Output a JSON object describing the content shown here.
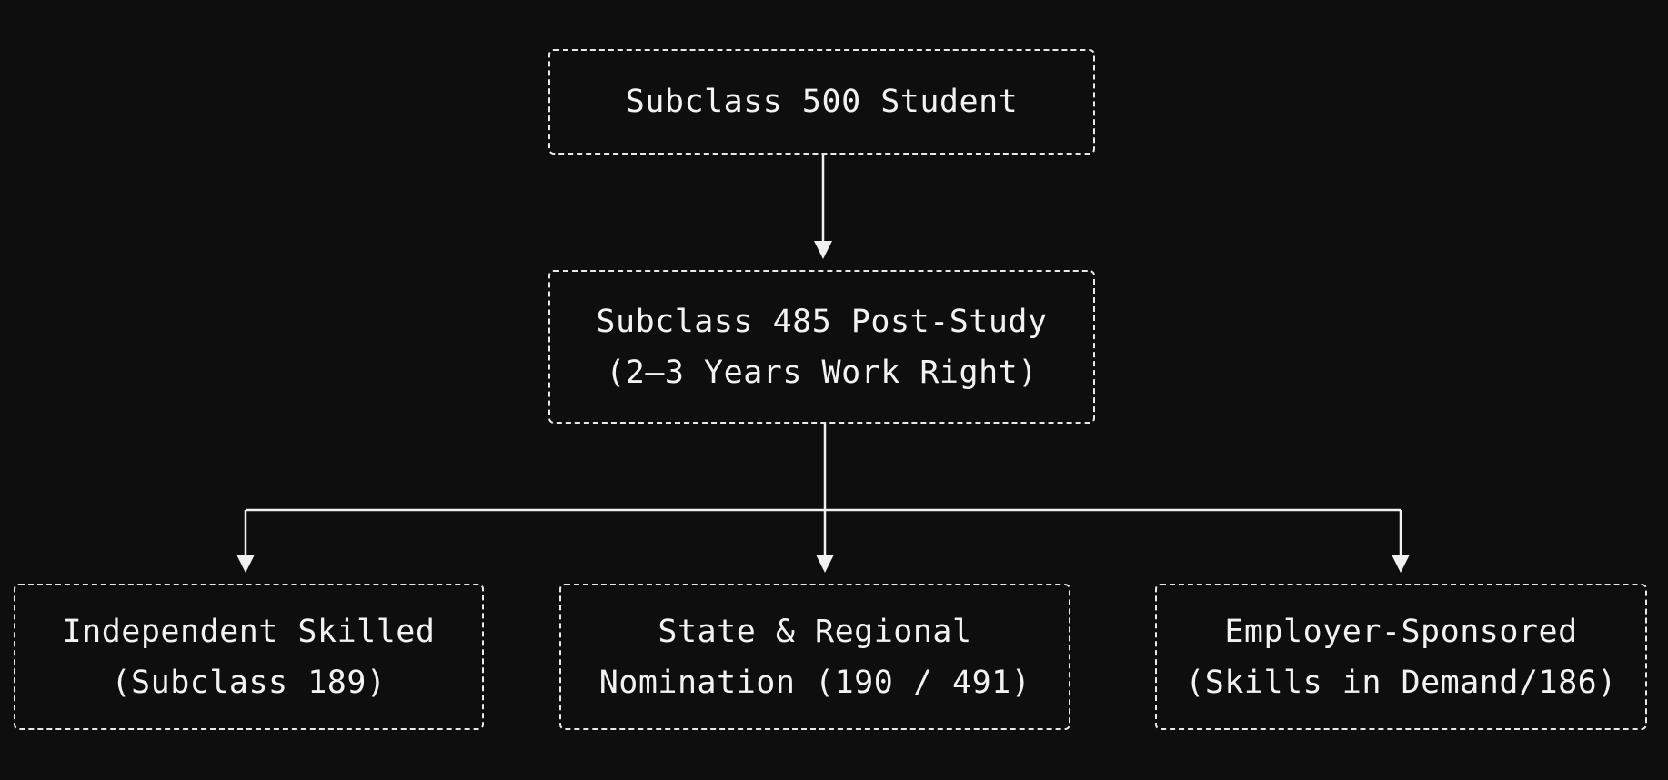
{
  "nodes": {
    "student": {
      "line1": "Subclass 500 Student"
    },
    "post_study": {
      "line1": "Subclass 485 Post-Study",
      "line2": "(2–3 Years Work Right)"
    },
    "independent": {
      "line1": "Independent Skilled",
      "line2": "(Subclass 189)"
    },
    "state_regional": {
      "line1": "State & Regional",
      "line2": "Nomination (190 / 491)"
    },
    "employer": {
      "line1": "Employer-Sponsored",
      "line2": "(Skills in Demand/186)"
    }
  },
  "colors": {
    "background": "#0e0e0f",
    "stroke": "#e8e8e8",
    "text": "#f2f2f2"
  }
}
